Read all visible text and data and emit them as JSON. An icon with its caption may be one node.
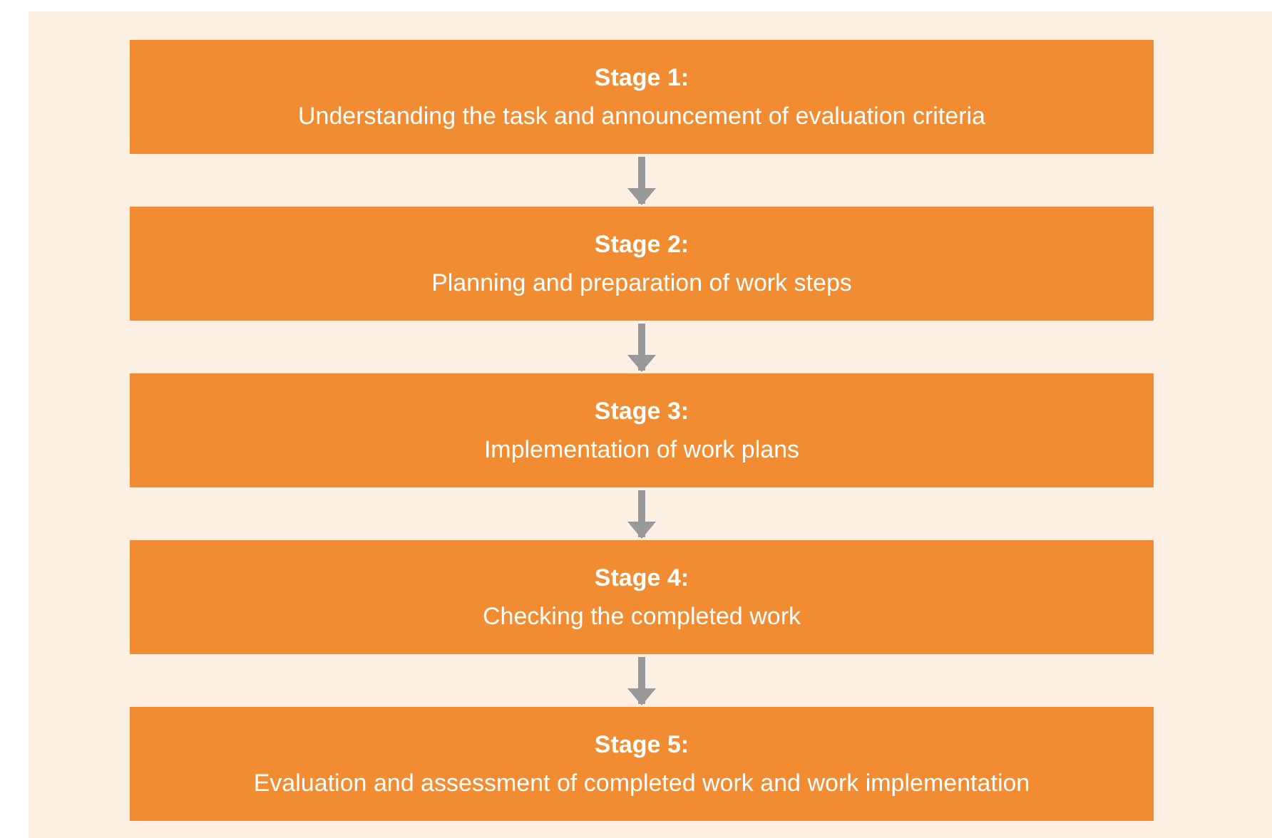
{
  "diagram": {
    "nodes": [
      {
        "text": [
          "Stage 1:",
          "Understanding the task and announcement of evaluation criteria"
        ]
      },
      {
        "text": [
          "Stage 2:",
          "Planning and preparation of work steps"
        ]
      },
      {
        "text": [
          "Stage 3:",
          "Implementation of work plans"
        ]
      },
      {
        "text": [
          "Stage 4:",
          "Checking the completed work"
        ]
      },
      {
        "text": [
          "Stage 5:",
          "Evaluation and assessment of completed work and work implementation"
        ]
      }
    ],
    "edges": [
      {
        "from": 0,
        "to": 1,
        "arrow": "to"
      },
      {
        "from": 1,
        "to": 2,
        "arrow": "to"
      },
      {
        "from": 2,
        "to": 3,
        "arrow": "to"
      },
      {
        "from": 3,
        "to": 4,
        "arrow": "to"
      }
    ]
  }
}
